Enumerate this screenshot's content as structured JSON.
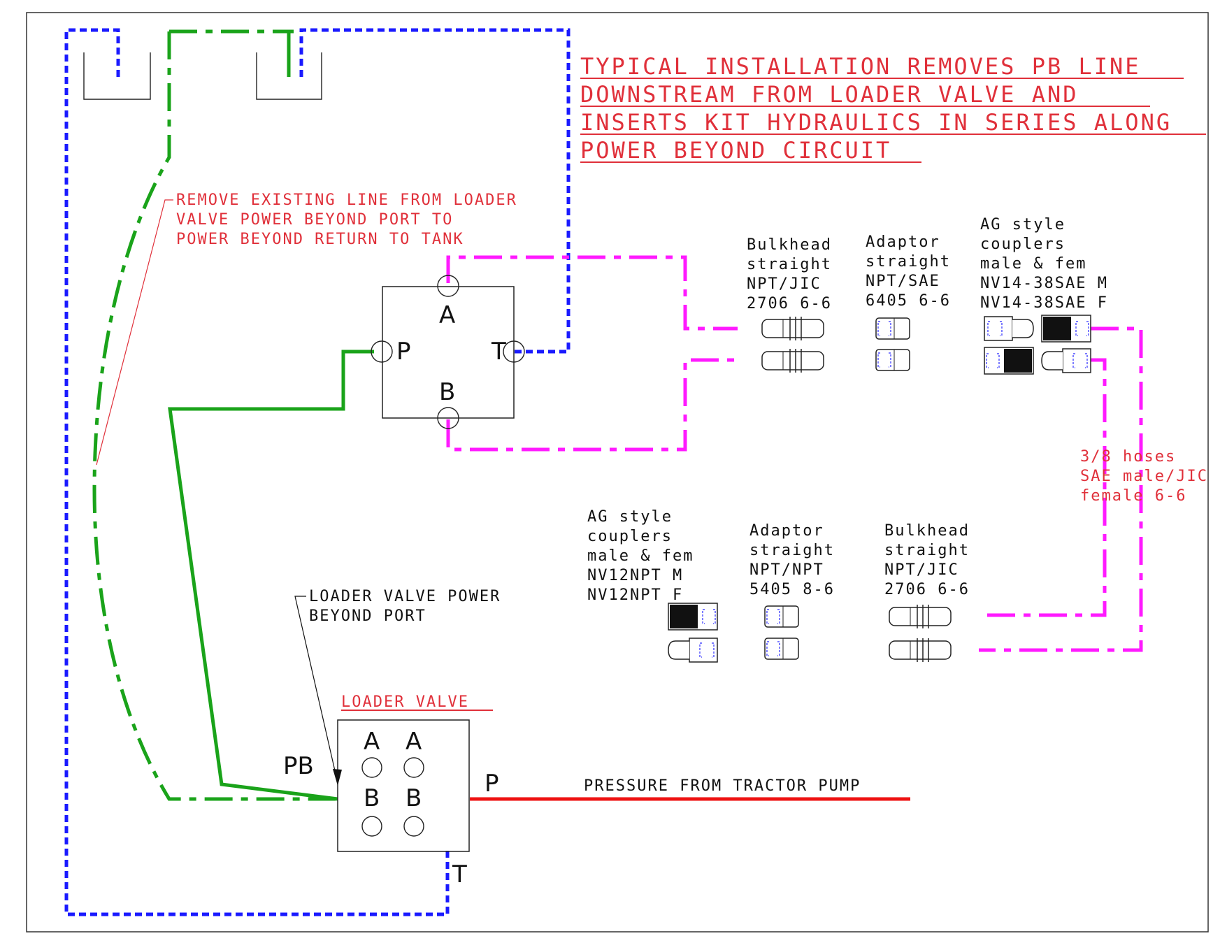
{
  "title": {
    "lines": [
      "TYPICAL INSTALLATION REMOVES PB LINE",
      "DOWNSTREAM FROM LOADER VALVE AND",
      "INSERTS KIT HYDRAULICS IN SERIES ALONG",
      "POWER BEYOND CIRCUIT"
    ]
  },
  "notes": {
    "remove_line": [
      "REMOVE EXISTING LINE FROM LOADER",
      "VALVE POWER BEYOND PORT TO",
      "POWER BEYOND RETURN TO TANK"
    ],
    "pb_port": [
      "LOADER VALVE POWER",
      "BEYOND PORT"
    ],
    "pressure": "PRESSURE FROM TRACTOR PUMP",
    "hoses": [
      "3/8 hoses",
      "SAE male/JIC",
      "female 6-6"
    ]
  },
  "loader_valve": {
    "label": "LOADER VALVE",
    "pb": "PB",
    "p": "P",
    "t": "T",
    "col1": [
      "A",
      "B"
    ],
    "col2": [
      "A",
      "B"
    ]
  },
  "kit_valve": {
    "a": "A",
    "b": "B",
    "p": "P",
    "t": "T"
  },
  "components_top": [
    {
      "lines": [
        "Bulkhead",
        "straight",
        "NPT/JIC",
        "2706 6-6"
      ]
    },
    {
      "lines": [
        "Adaptor",
        "straight",
        "NPT/SAE",
        "6405 6-6"
      ]
    },
    {
      "lines": [
        "AG style",
        "couplers",
        "male & fem",
        "NV14-38SAE M",
        "NV14-38SAE F"
      ]
    }
  ],
  "components_bottom": [
    {
      "lines": [
        "AG style",
        "couplers",
        "male & fem",
        "NV12NPT M",
        "NV12NPT F"
      ]
    },
    {
      "lines": [
        "Adaptor",
        "straight",
        "NPT/NPT",
        "5405 8-6"
      ]
    },
    {
      "lines": [
        "Bulkhead",
        "straight",
        "NPT/JIC",
        "2706 6-6"
      ]
    }
  ],
  "colors": {
    "pressure_line": "#ee1111",
    "green_line": "#1aa31a",
    "tank_line": "#1a1aff",
    "kit_line": "#ff1aff",
    "annotation": "#e0303a"
  }
}
